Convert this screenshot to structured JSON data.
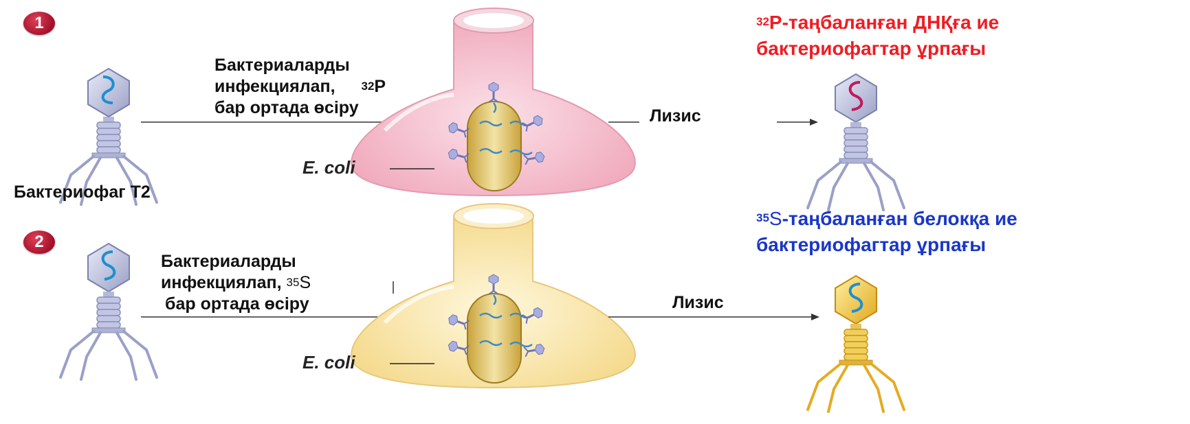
{
  "step1": {
    "badge": "1",
    "medium_text_line1": "Бактериаларды",
    "medium_text_line2": "инфекциялап,",
    "isotope_mass": "32",
    "isotope_symbol": "P",
    "medium_text_line3": "бар ортада өсіру",
    "lysis": "Лизис",
    "result_line1_mass": "32",
    "result_line1_text": "P-таңбаланған ДНҚға ие",
    "result_line2": "бактериофагтар ұрпағы",
    "ecoli": "E. coli",
    "result_color": "#ee1d23",
    "flask_color": "#f3b8c6"
  },
  "phage_label": "Бактериофаг Т2",
  "step2": {
    "badge": "2",
    "medium_text_line1": "Бактериаларды",
    "medium_text_line2_prefix": "инфекциялап,",
    "isotope_mass": "35",
    "isotope_symbol": "S",
    "medium_text_line3": "бар ортада өсіру",
    "lysis": "Лизис",
    "result_line1_mass": "35",
    "result_line1_symbol": "S",
    "result_line1_text": "-таңбаланған белокқа ие",
    "result_line2": "бактериофагтар ұрпағы",
    "ecoli": "E. coli",
    "result_color": "#1a37c8",
    "flask_color": "#f8e3a8"
  }
}
